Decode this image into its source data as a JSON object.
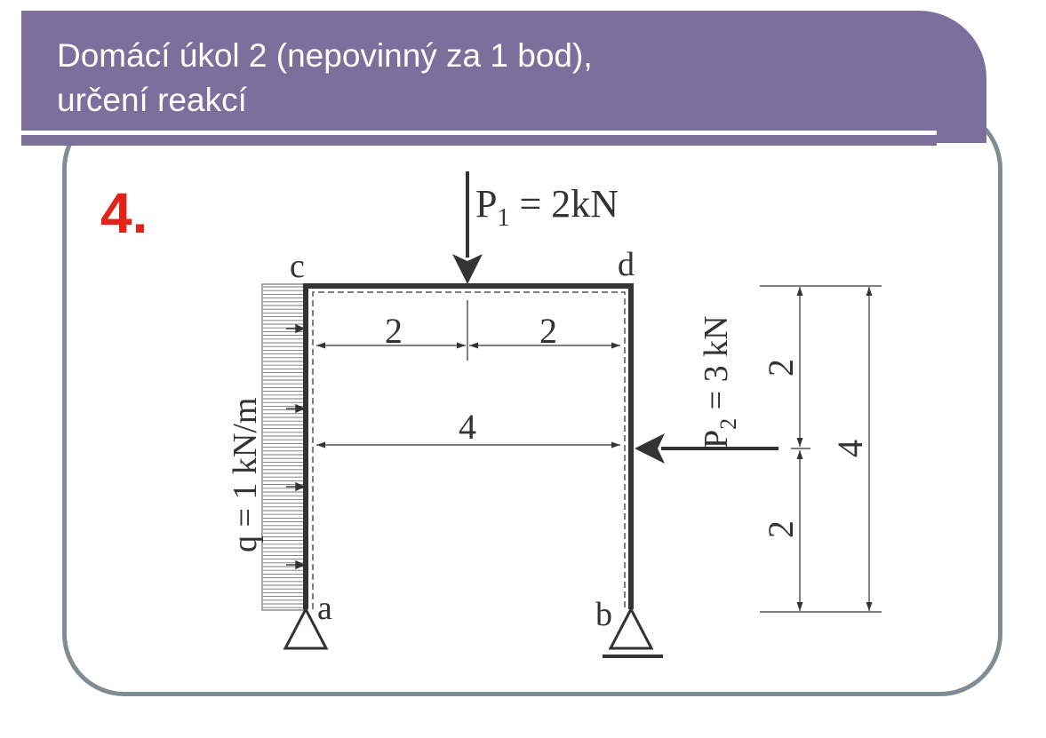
{
  "slide": {
    "title_line_1": "Domácí úkol 2 (nepovinný za 1 bod),",
    "title_line_2": "určení reakcí",
    "problem_number": "4."
  },
  "diagram": {
    "nodes": {
      "a": "a",
      "b": "b",
      "c": "c",
      "d": "d"
    },
    "loads": {
      "p1_symbol": "P",
      "p1_subscript": "1",
      "p1_value": " = 2kN",
      "p2_symbol": "P",
      "p2_subscript": "2",
      "p2_value": " = 3 kN",
      "q_label": "q = 1 kN/m"
    },
    "dimensions": {
      "top_left": "2",
      "top_right": "2",
      "width_total": "4",
      "right_upper": "2",
      "right_lower": "2",
      "height_total": "4"
    }
  },
  "colors": {
    "title_bar": "#7b6f9c",
    "frame_border": "#7f8c94",
    "problem_number": "#e2231a",
    "drawing": "#333333"
  }
}
